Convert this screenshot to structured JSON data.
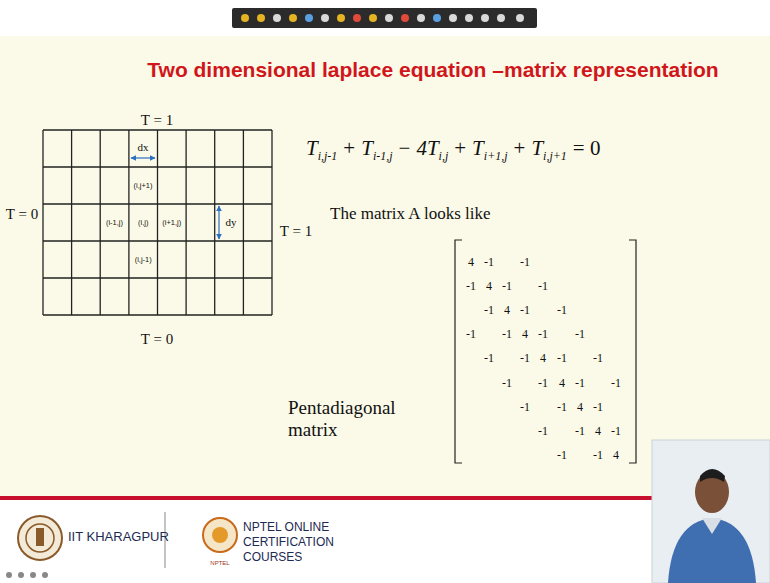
{
  "diagram": {
    "title": "Two dimensional laplace equation –matrix representation",
    "labels": [
      "T = 1",
      "T = 0",
      "T = 1",
      "T = 0",
      "dx",
      "dy",
      "(i,j+1)",
      "(i-1,j)",
      "(i,j)",
      "(i+1,j)",
      "(i,j-1)",
      "T",
      "i,j-1",
      "+",
      "T",
      "i-1,j",
      "−",
      "4T",
      "i,j",
      "+",
      "T",
      "i+1,j",
      "+",
      "T",
      "i,j+1",
      "= 0",
      "The matrix A looks like",
      "4",
      "-1",
      "-1",
      "-1",
      "4",
      "-1",
      "-1",
      "-1",
      "4",
      "-1",
      "-1",
      "-1",
      "-1",
      "4",
      "-1",
      "-1",
      "-1",
      "-1",
      "4",
      "-1",
      "-1",
      "-1",
      "-1",
      "4",
      "-1",
      "-1",
      "-1",
      "-1",
      "4",
      "-1",
      "-1",
      "-1",
      "4",
      "-1",
      "-1",
      "-1",
      "4",
      "Pentadiagonal matrix",
      "IIT KHARAGPUR",
      "NPTEL ONLINE CERTIFICATION COURSES",
      "NPTEL"
    ]
  }
}
